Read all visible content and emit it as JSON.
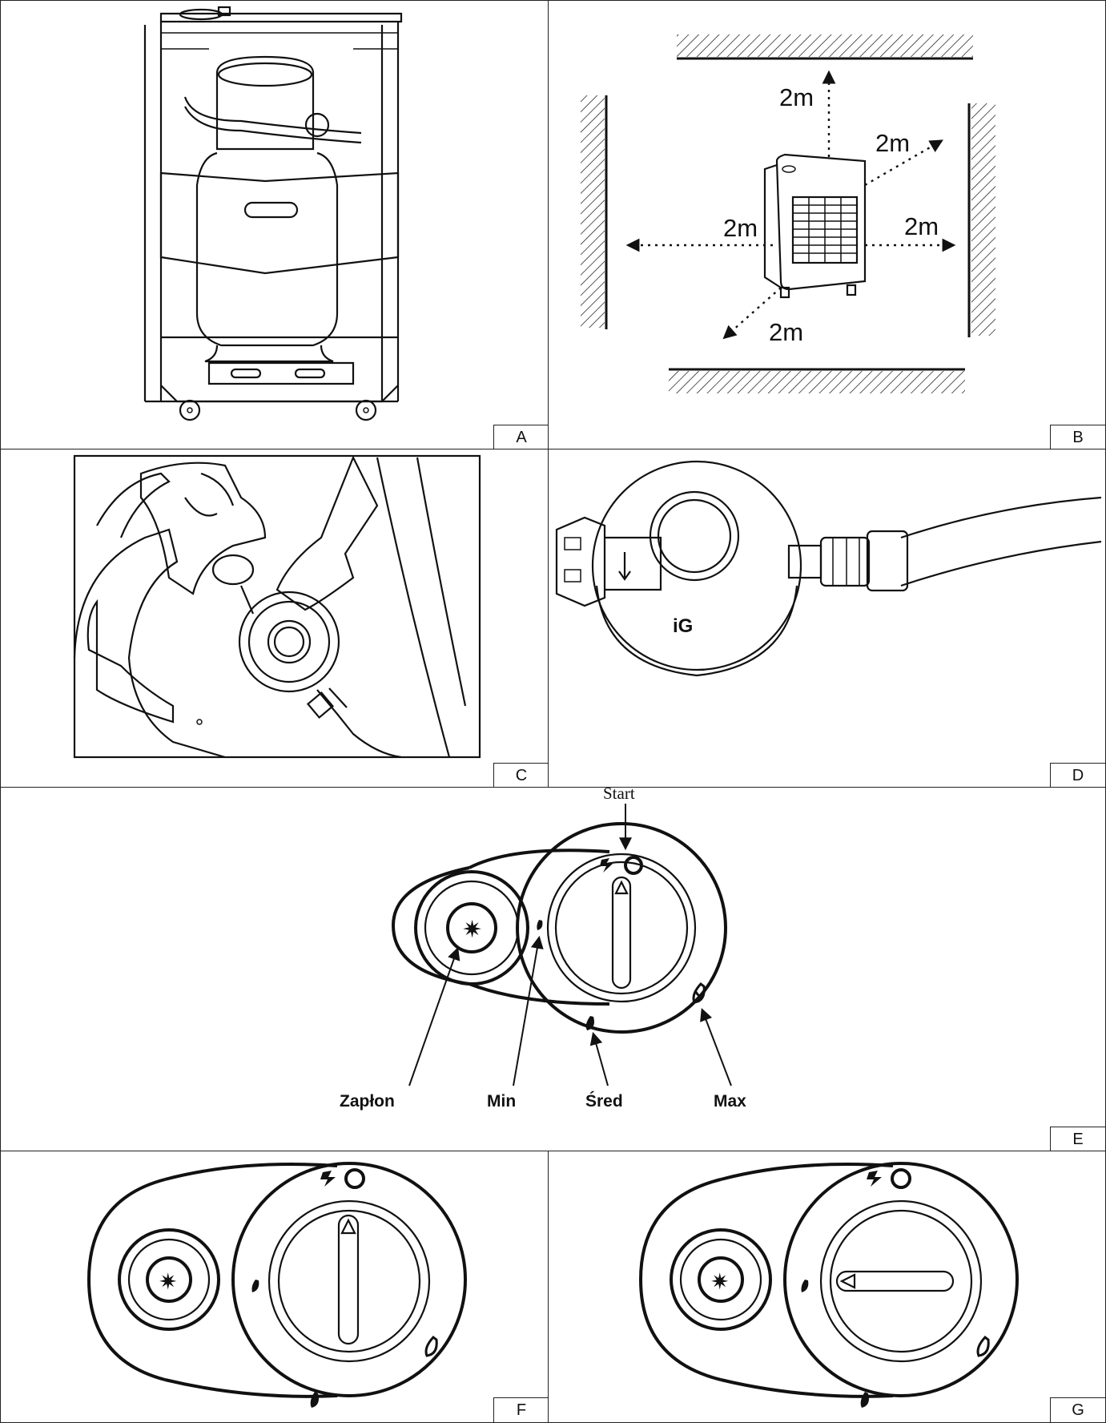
{
  "panels": {
    "A": {
      "tag": "A"
    },
    "B": {
      "tag": "B",
      "distances": [
        "2m",
        "2m",
        "2m",
        "2m",
        "2m"
      ]
    },
    "C": {
      "tag": "C"
    },
    "D": {
      "tag": "D"
    },
    "E": {
      "tag": "E",
      "labels": {
        "start": "Start",
        "ignition": "Zapłon",
        "min": "Min",
        "mid": "Śred",
        "max": "Max"
      }
    },
    "F": {
      "tag": "F"
    },
    "G": {
      "tag": "G"
    }
  }
}
